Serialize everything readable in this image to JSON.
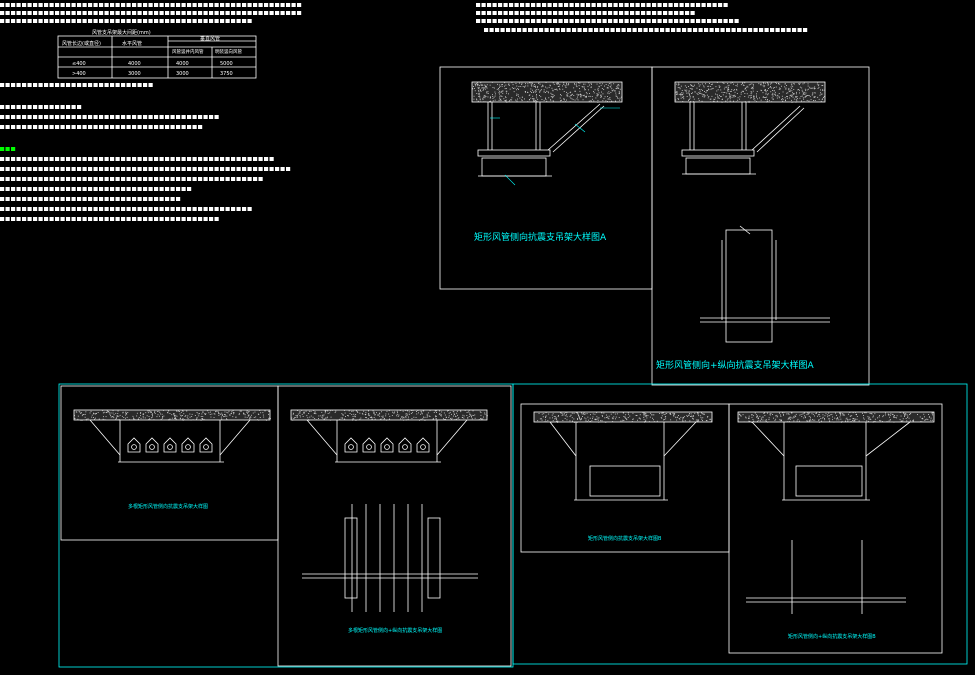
{
  "colors": {
    "background": "#000000",
    "frame_cyan": "#00ffff",
    "frame_white": "#ffffff",
    "text_white": "#ffffff",
    "text_cyan": "#00ffff",
    "text_green": "#00ff00",
    "text_magenta": "#ff00ff",
    "text_yellow": "#ffff00",
    "drawing_white": "#ffffff",
    "drawing_gray": "#9a9a9a"
  },
  "notes_table": {
    "caption": "风管支吊架最大间距(mm)",
    "headers": [
      "风管长边(或直径)",
      "水平风管",
      "垂直风管"
    ],
    "subheaders": [
      "",
      "",
      "风管竖井内风管",
      "明装竖向风管"
    ],
    "rows": [
      [
        "≤400",
        "4000",
        "4000",
        "5000"
      ],
      [
        ">400",
        "3000",
        "3000",
        "3750"
      ]
    ]
  },
  "panel_titles": {
    "a": "矩形风管侧向抗震支吊架大样图A",
    "b": "矩形风管侧向+纵向抗震支吊架大样图A",
    "c": "多根矩形风管侧向抗震支吊架大样图",
    "d": "多根矩形风管侧向+纵向抗震支吊架大样图",
    "e": "矩形风管侧向抗震支吊架大样图B",
    "f": "矩形风管侧向+纵向抗震支吊架大样图B"
  }
}
